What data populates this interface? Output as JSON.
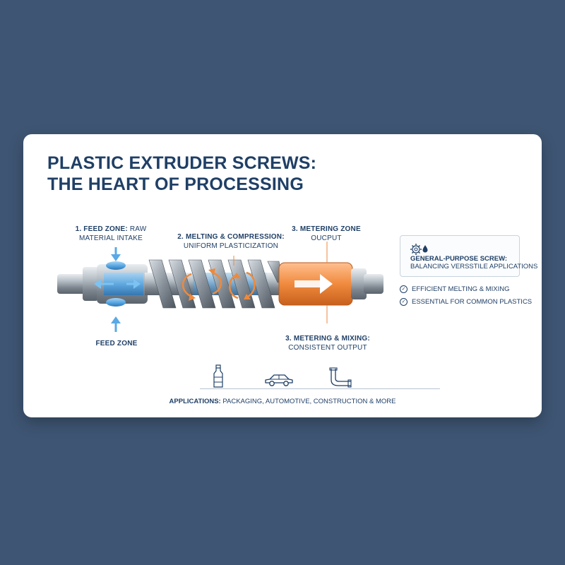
{
  "title": {
    "line1": "PLASTIC EXTRUDER SCREWS:",
    "line2": "THE HEART OF PROCESSING"
  },
  "labels": {
    "feed_zone": {
      "bold": "1. FEED ZONE:",
      "rest": "RAW",
      "line2": "MATERIAL INTAKE"
    },
    "melting": {
      "bold": "2. MELTING & COMPRESSION:",
      "line2": "UNIFORM PLASTICIZATION"
    },
    "metering_top": {
      "bold": "3. METERING ZONE",
      "line2": "OUCPUT"
    },
    "feed_bottom": "FEED ZONE",
    "metering_bottom": {
      "bold": "3. METERING & MIXING:",
      "line2": "CONSISTENT OUTPUT"
    }
  },
  "info": {
    "title": "GENERAL-PURPOSE SCREW:",
    "subtitle": "BALANCING VERSSTILE APPLICATIONS",
    "icon": "gear-droplet-icon"
  },
  "checks": [
    "EFFICIENT MELTING & MIXING",
    "ESSENTIAL FOR COMMON PLASTICS"
  ],
  "applications": {
    "label": "APPLICATIONS:",
    "text": "PACKAGING, AUTOMOTIVE, CONSTRUCTION & MORE",
    "icons": [
      "bottle-icon",
      "car-icon",
      "pipe-icon"
    ]
  },
  "colors": {
    "title": "#1f3f66",
    "feed_blue": "#5aa9e6",
    "melt_orange": "#ee8a3c",
    "metering_orange": "#f08a3e",
    "steel": "#9aa3ab",
    "background": "#3e5573"
  }
}
